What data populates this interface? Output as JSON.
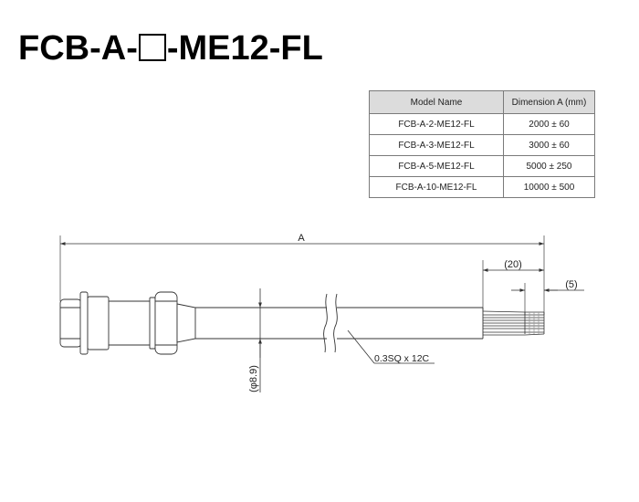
{
  "title": {
    "prefix": "FCB-A-",
    "suffix": "-ME12-FL"
  },
  "table": {
    "headers": [
      "Model Name",
      "Dimension A (mm)"
    ],
    "rows": [
      {
        "model": "FCB-A-2-ME12-FL",
        "dimension": "2000 ± 60"
      },
      {
        "model": "FCB-A-3-ME12-FL",
        "dimension": "3000 ± 60"
      },
      {
        "model": "FCB-A-5-ME12-FL",
        "dimension": "5000 ± 250"
      },
      {
        "model": "FCB-A-10-ME12-FL",
        "dimension": "10000 ± 500"
      }
    ]
  },
  "drawing": {
    "dim_a": "A",
    "dim_20": "(20)",
    "dim_5": "(5)",
    "diameter": "(φ8.9)",
    "cable_spec": "0.3SQ x 12C"
  }
}
